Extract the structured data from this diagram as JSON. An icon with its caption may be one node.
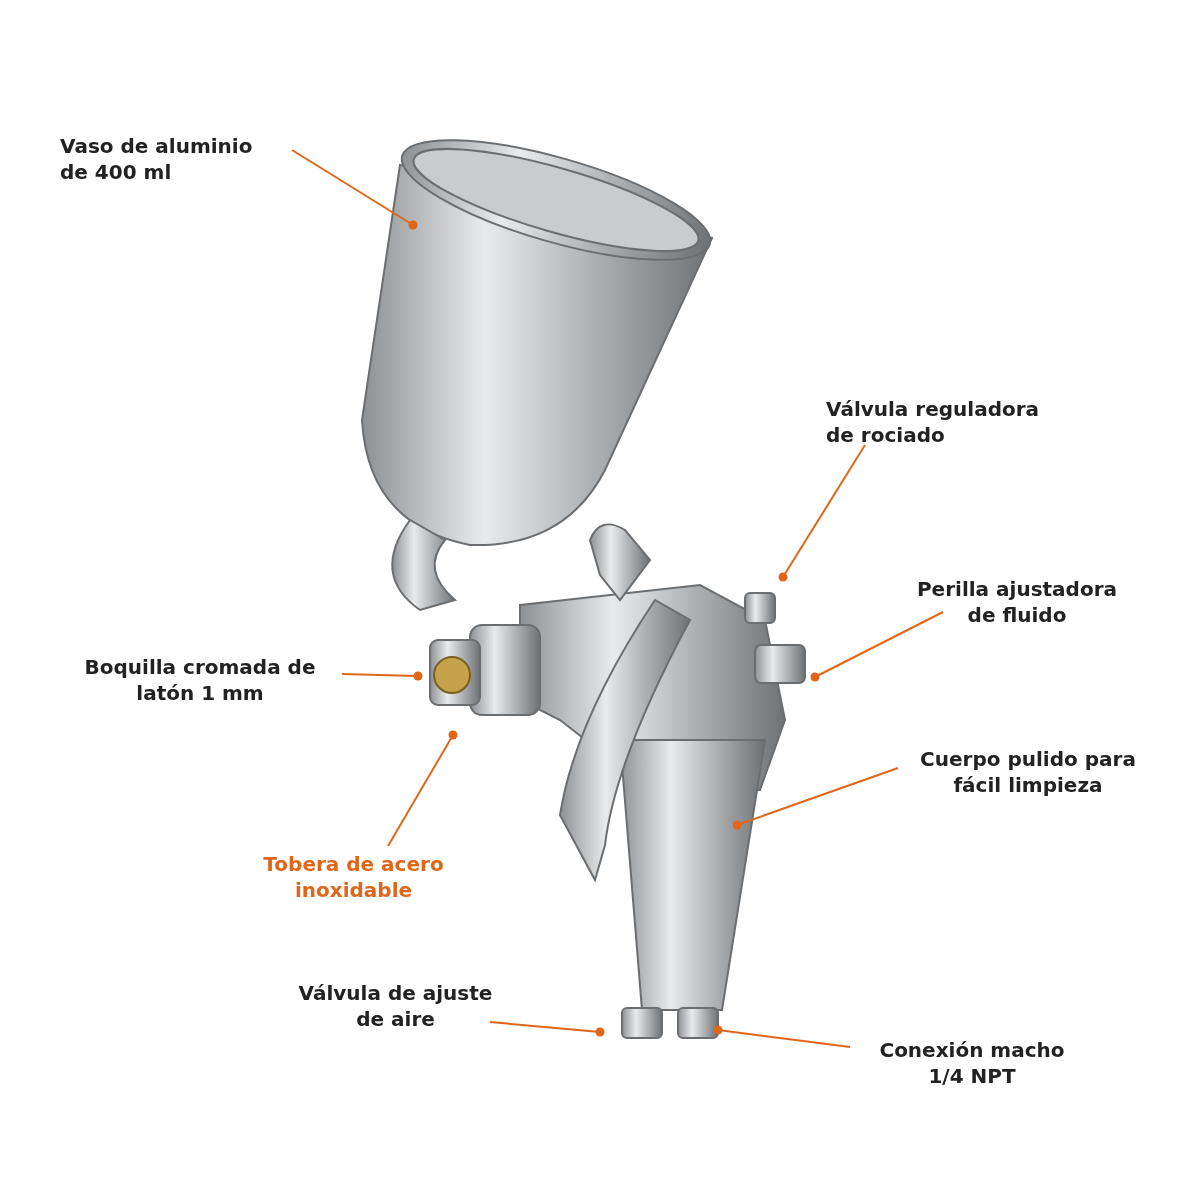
{
  "diagram": {
    "nodes": [
      {
        "text": [
          "Vaso de aluminio de 400 ml"
        ]
      },
      {
        "text": [
          "Válvula reguladora de rociado"
        ]
      },
      {
        "text": [
          "Perilla ajustadora de fluido"
        ]
      },
      {
        "text": [
          "Boquilla cromada de latón 1 mm"
        ]
      },
      {
        "text": [
          "Tobera de acero inoxidable"
        ]
      },
      {
        "text": [
          "Cuerpo pulido para fácil limpieza"
        ]
      },
      {
        "text": [
          "Válvula de ajuste de aire"
        ]
      },
      {
        "text": [
          "Conexión macho 1/4 NPT"
        ]
      }
    ],
    "edges": [
      {
        "from": 0,
        "to": null,
        "arrow": "other"
      },
      {
        "from": 1,
        "to": null,
        "arrow": "other"
      },
      {
        "from": 2,
        "to": null,
        "arrow": "other"
      },
      {
        "from": 3,
        "to": null,
        "arrow": "other"
      },
      {
        "from": 4,
        "to": null,
        "arrow": "other"
      },
      {
        "from": 5,
        "to": null,
        "arrow": "other"
      },
      {
        "from": 6,
        "to": null,
        "arrow": "other"
      },
      {
        "from": 7,
        "to": null,
        "arrow": "other"
      }
    ]
  }
}
